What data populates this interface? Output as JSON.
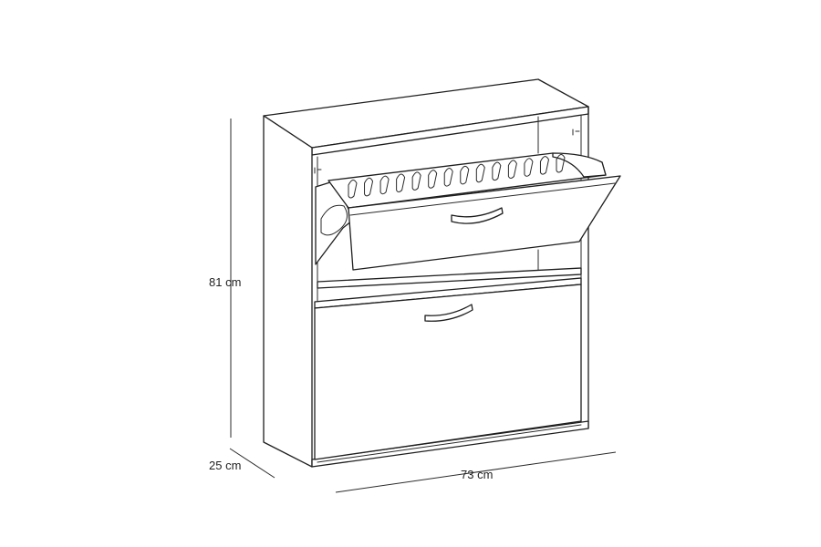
{
  "diagram": {
    "subject": "shoe-cabinet",
    "dimensions": {
      "height": "81 cm",
      "depth": "25 cm",
      "width": "73 cm"
    }
  }
}
